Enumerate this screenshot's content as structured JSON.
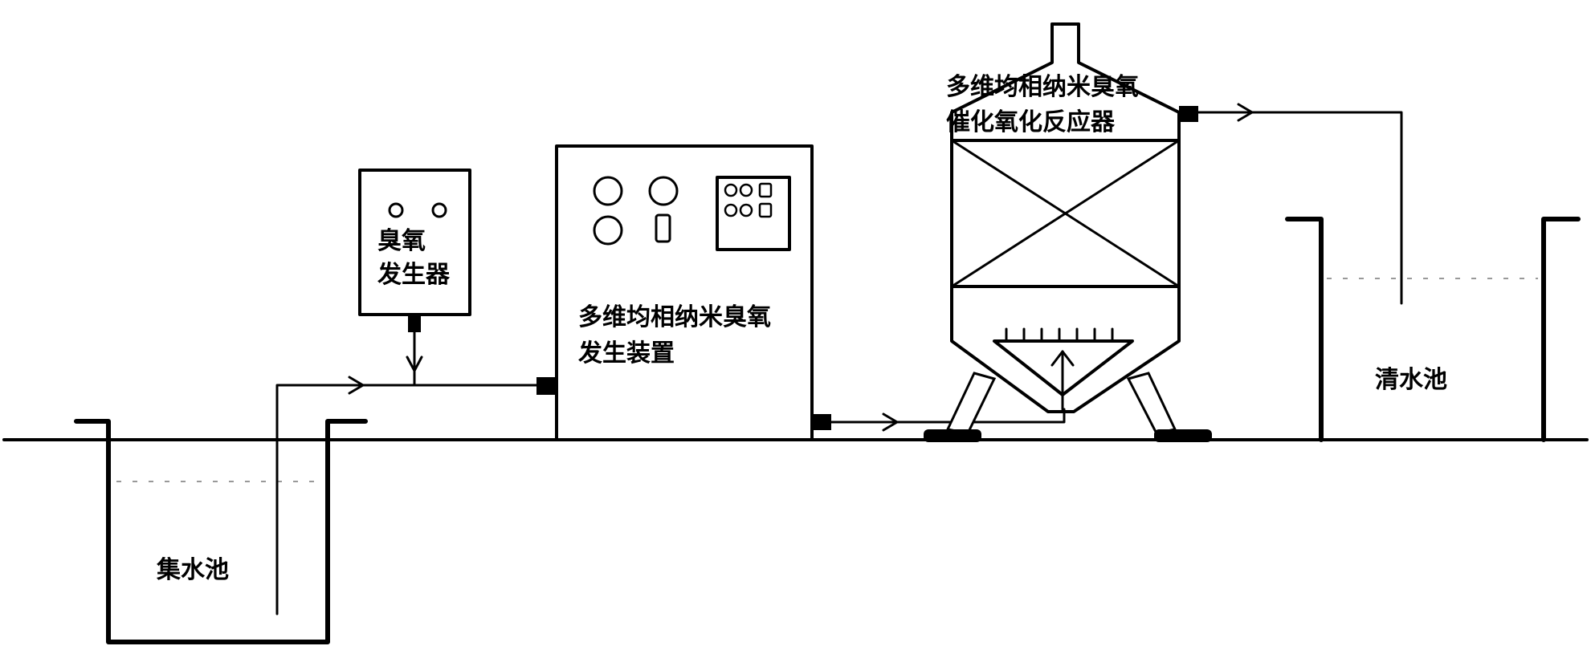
{
  "labels": {
    "collection_tank": "集水池",
    "ozone_generator_line1": "臭氧",
    "ozone_generator_line2": "发生器",
    "device_line1": "多维均相纳米臭氧",
    "device_line2": "发生装置",
    "reactor_line1": "多维均相纳米臭氧",
    "reactor_line2": "催化氧化反应器",
    "clear_tank": "清水池"
  }
}
